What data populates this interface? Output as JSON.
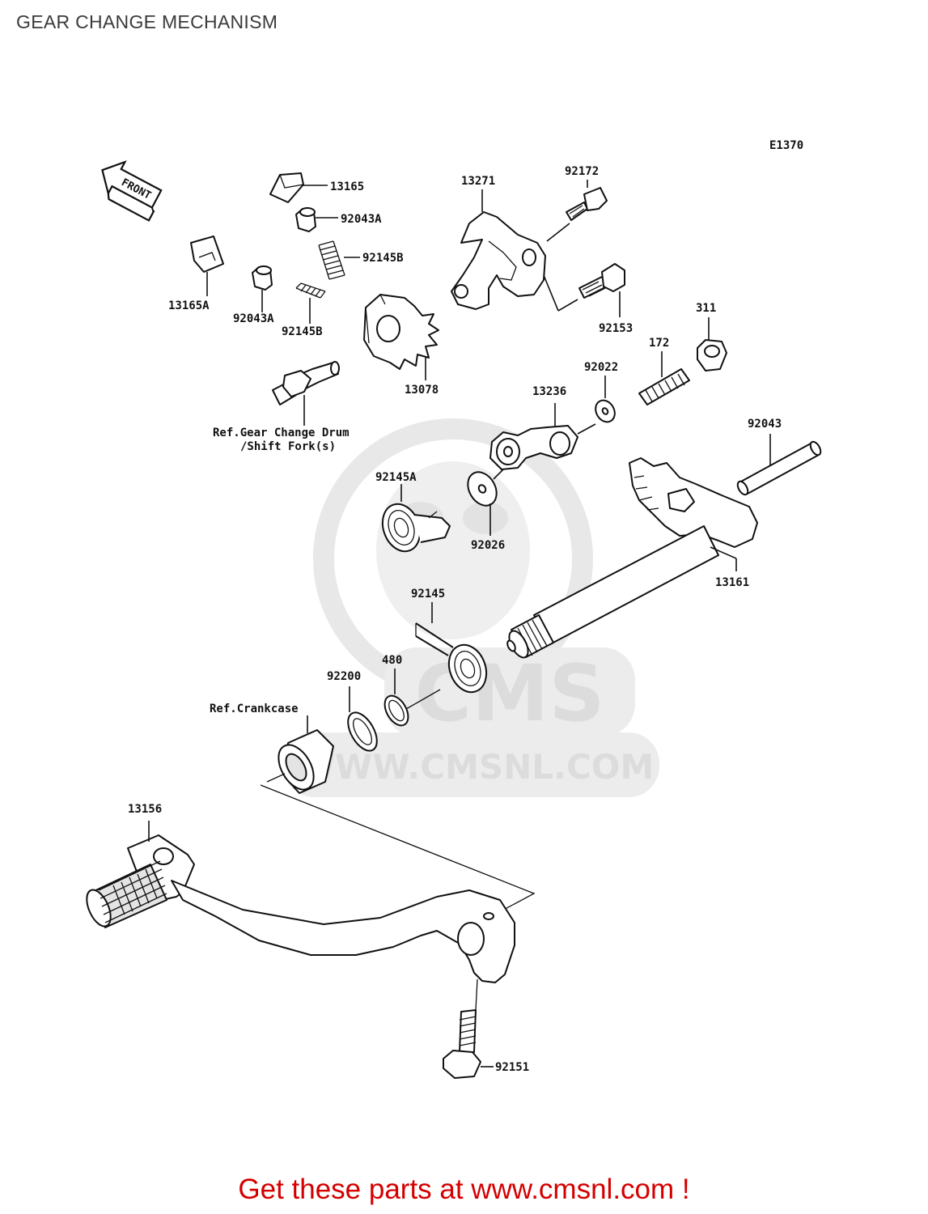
{
  "title": "GEAR CHANGE MECHANISM",
  "diagram_code": "E1370",
  "front_label": "FRONT",
  "watermark": {
    "brand": "CMS",
    "url": "WWW.CMSNL.COM"
  },
  "parts": {
    "p13165": "13165",
    "p92043A_top": "92043A",
    "p92145B_top": "92145B",
    "p13165A": "13165A",
    "p92043A_low": "92043A",
    "p92145B_low": "92145B",
    "p13271": "13271",
    "p92172": "92172",
    "p92153": "92153",
    "p311": "311",
    "p172": "172",
    "p13078": "13078",
    "p92022": "92022",
    "p13236": "13236",
    "p92043": "92043",
    "p92145A": "92145A",
    "p92026": "92026",
    "p13161": "13161",
    "p92145": "92145",
    "p480": "480",
    "p92200": "92200",
    "p13156": "13156",
    "p92151": "92151"
  },
  "refs": {
    "gear_drum_line1": "Ref.Gear Change Drum",
    "gear_drum_line2": "/Shift Fork(s)",
    "crankcase": "Ref.Crankcase"
  },
  "footer": {
    "text": "Get these parts at www.cmsnl.com !"
  },
  "colors": {
    "footer_text": "#d40000",
    "title_text": "#3a3a3a",
    "watermark": "#e6e6e6"
  }
}
